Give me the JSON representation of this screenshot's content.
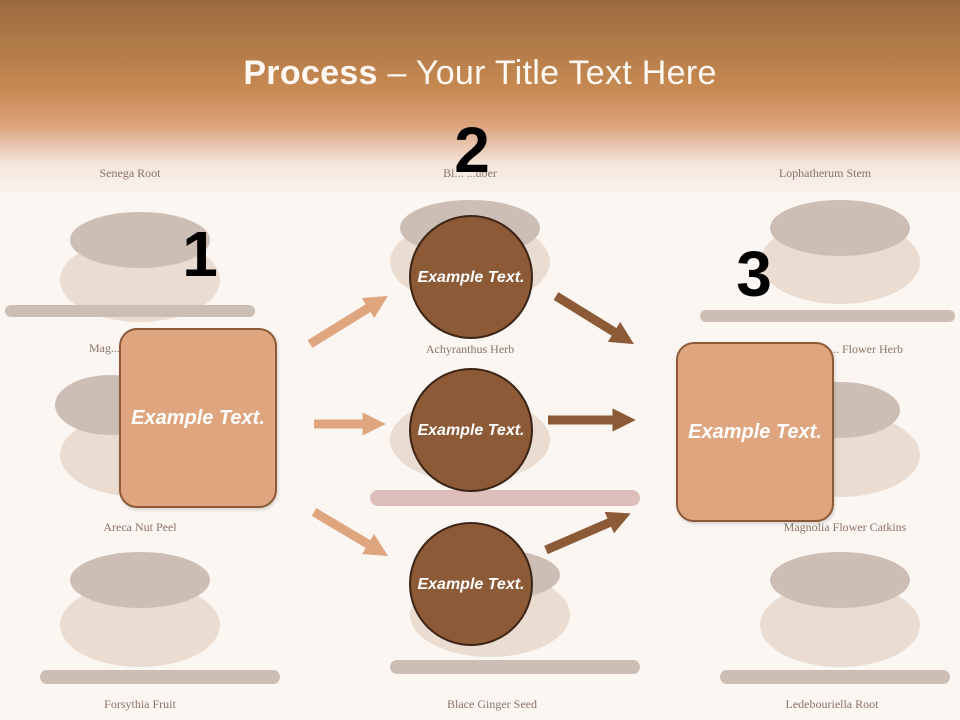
{
  "title": {
    "bold": "Process",
    "rest": " – Your Title Text Here"
  },
  "steps": {
    "one": "1",
    "two": "2",
    "three": "3"
  },
  "boxes": {
    "left": "Example Text.",
    "right": "Example Text."
  },
  "circles": {
    "top": "Example Text.",
    "middle": "Example Text.",
    "bottom": "Example Text."
  },
  "background_captions": {
    "senega": "Senega Root",
    "tuber": "Bl... ...uber",
    "lophatherum": "Lophatherum Stem",
    "mag": "Mag...",
    "achyranthus": "Achyranthus Herb",
    "flower_herb": "... Flower Herb",
    "areca": "Areca Nut Peel",
    "magnolia": "Magnolia Flower Catkins",
    "forsythia": "Forsythia Fruit",
    "ginger": "Blace Ginger Seed",
    "ledebouriella": "Ledebouriella Root"
  },
  "colors": {
    "box_fill": "#dfa57e",
    "box_border": "#8c5a37",
    "circle_fill": "#8c5a37",
    "arrow_light": "#dfa57e",
    "arrow_dark": "#8c5a37",
    "header": "#c88a52"
  }
}
